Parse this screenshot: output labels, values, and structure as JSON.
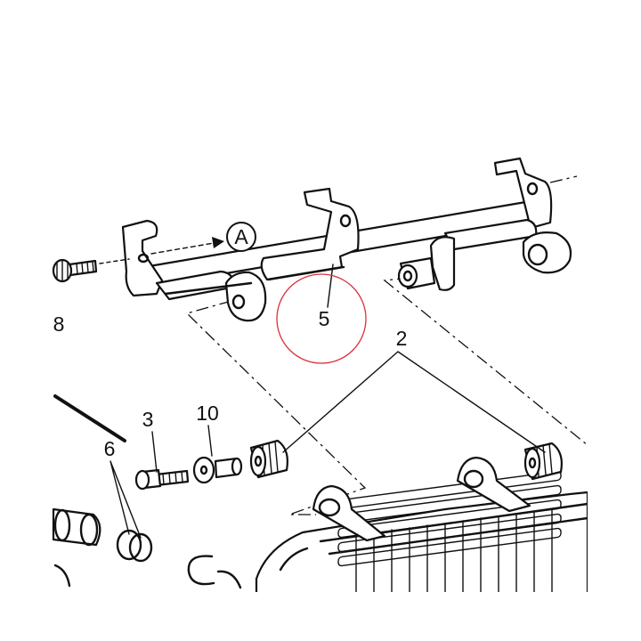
{
  "callouts": {
    "ref_a": "A",
    "part_2": "2",
    "part_3": "3",
    "part_5": "5",
    "part_6": "6",
    "part_8": "8",
    "part_10": "10"
  },
  "colors": {
    "line": "#111111",
    "background": "#ffffff",
    "highlight_circle": "#d9313b"
  }
}
